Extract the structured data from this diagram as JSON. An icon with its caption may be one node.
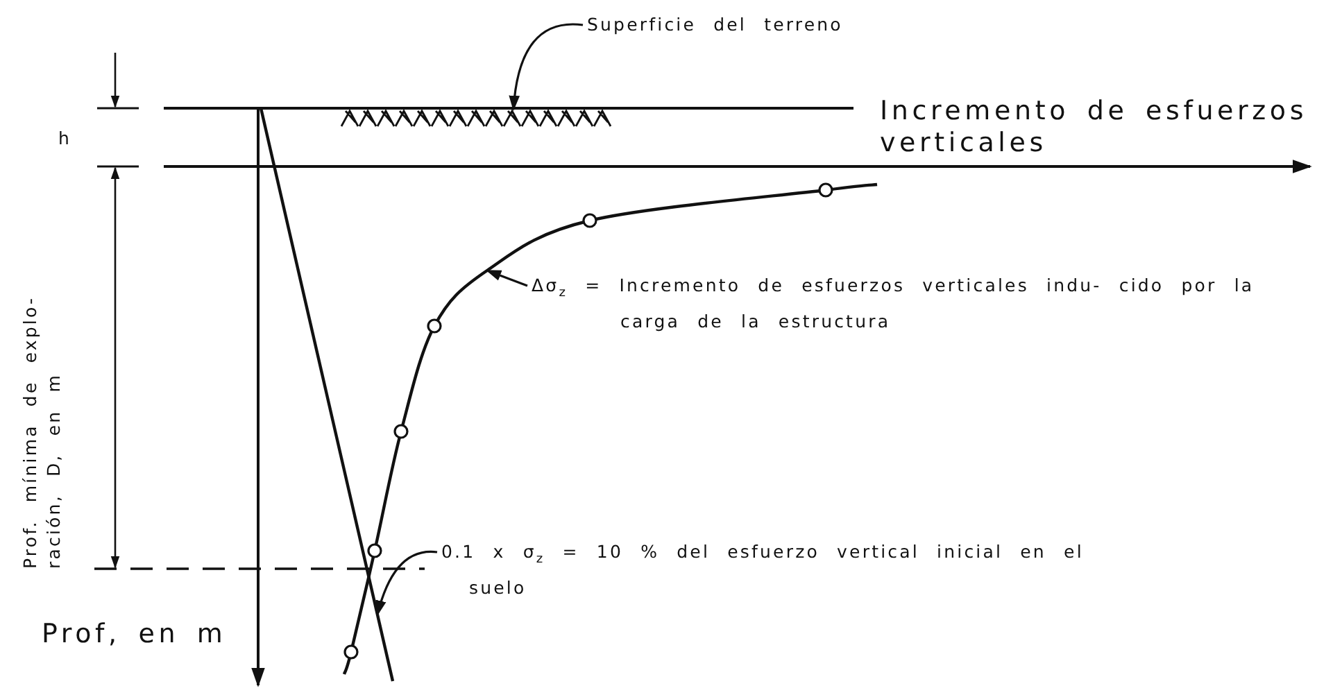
{
  "diagram": {
    "nodes": [
      {
        "text": [
          "Superficie del terreno"
        ]
      },
      {
        "text": [],
        "shape": "picture"
      },
      {
        "text": [
          "Δσ$_{z}$ = Incremento de esfuerzos verticales indu- cido por la carga de la estructura"
        ]
      },
      {
        "text": [],
        "shape": "curve"
      },
      {
        "text": [
          "0.1 x σ$_{z}$ = 10 % del esfuerzo vertical inicial en el suelo"
        ]
      },
      {
        "text": [],
        "shape": "line"
      }
    ],
    "edges": [
      {
        "from": 0,
        "to": 1,
        "arrow": "to"
      },
      {
        "from": 2,
        "to": 3,
        "arrow": "to"
      },
      {
        "from": 4,
        "to": 5,
        "arrow": "to"
      }
    ],
    "labels": [
      "Incremento de esfuerzos verticales",
      "h",
      "Prof. mínima de explo- ración, D, en m",
      "Prof, en m"
    ]
  }
}
